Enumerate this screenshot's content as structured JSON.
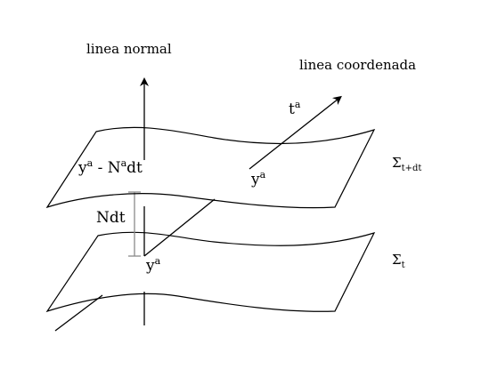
{
  "labels": {
    "normal_line": "linea normal",
    "coordinate_line": "linea coordenada",
    "tangent_label": "t",
    "tangent_sup": "a",
    "point_top": "y",
    "point_top_sup": "a",
    "shift_label_y": "y",
    "shift_label_sup1": "a",
    "shift_label_mid": " - N",
    "shift_label_sup2": "a",
    "shift_label_end": "dt",
    "lapse_label": "Ndt",
    "point_bottom": "y",
    "point_bottom_sup": "a",
    "sigma_top": "Σ",
    "sigma_top_sub": "t+dt",
    "sigma_bottom": "Σ",
    "sigma_bottom_sub": "t"
  }
}
